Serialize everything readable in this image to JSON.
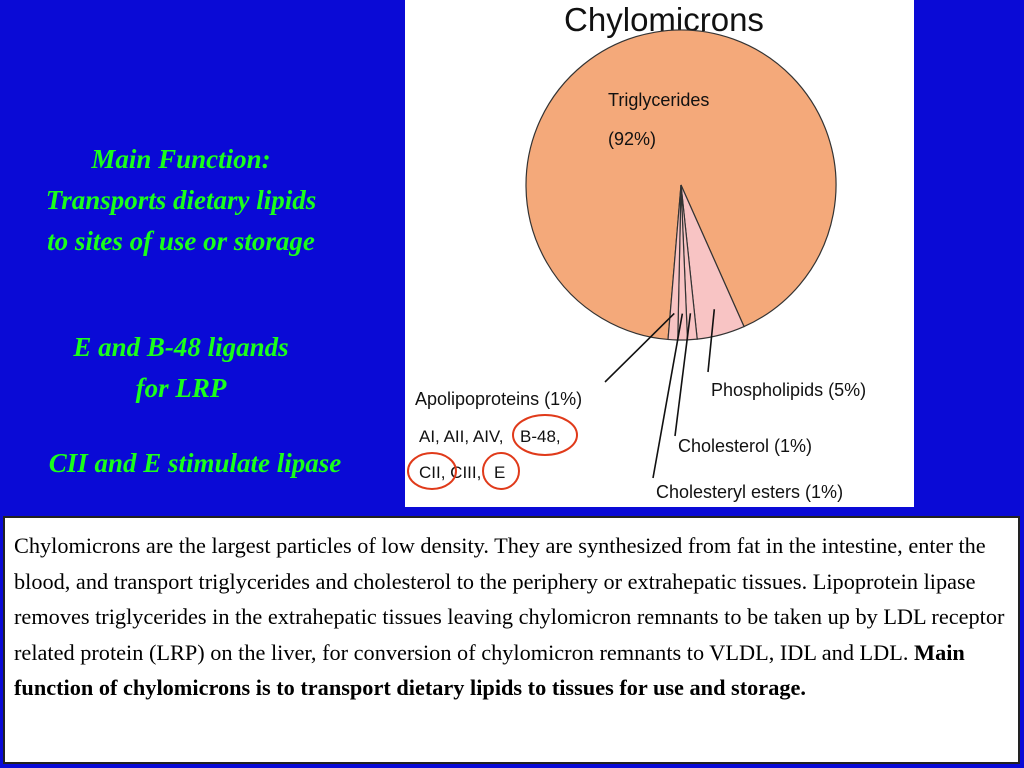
{
  "left_panel": {
    "function_lines": [
      "Main Function:",
      "Transports dietary lipids",
      "to sites of use or storage"
    ],
    "ligand_lines": [
      "E and B-48 ligands",
      "for LRP"
    ],
    "lipase_line": "CII and E stimulate lipase",
    "text_color": "#1aff1a"
  },
  "chart_data": {
    "type": "pie",
    "title": "Chylomicrons",
    "slices": [
      {
        "label": "Triglycerides",
        "value": 92,
        "value_text": "(92%)",
        "color": "#f4a97a"
      },
      {
        "label": "Phospholipids (5%)",
        "value": 5,
        "color": "#f8c4c4"
      },
      {
        "label": "Cholesterol (1%)",
        "value": 1,
        "color": "#f8c4c4"
      },
      {
        "label": "Cholesteryl esters (1%)",
        "value": 1,
        "color": "#f8c4c4"
      },
      {
        "label": "Apolipoproteins (1%)",
        "value": 1,
        "color": "#f8c4c4"
      }
    ],
    "apolipoprotein_list": {
      "line1_plain": "AI, AII, AIV,",
      "line1_circled": "B-48,",
      "line2_plain": "CII, CIII,",
      "line2_circled": "E"
    },
    "highlight_color": "#e03a1a"
  },
  "description": {
    "text": "Chylomicrons are the largest particles of low density.  They are synthesized from fat in the intestine, enter the blood, and transport triglycerides and cholesterol to the periphery or extrahepatic tissues.  Lipoprotein lipase removes triglycerides in the extrahepatic tissues leaving chylomicron remnants to be taken up by LDL receptor related protein (LRP) on the liver, for conversion of chylomicron remnants to VLDL, IDL and LDL.",
    "bold_text": "Main function of chylomicrons is to transport dietary lipids to tissues for use and storage."
  }
}
